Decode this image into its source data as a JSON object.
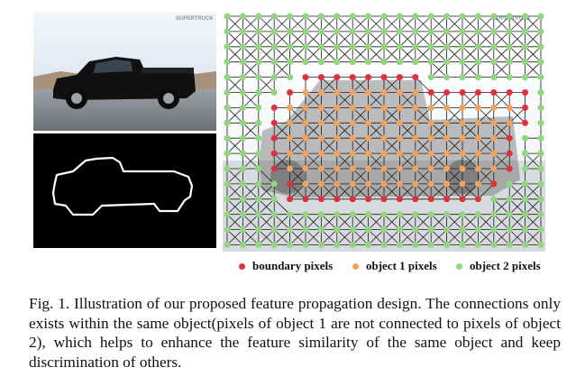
{
  "figure": {
    "photo_watermark": "SUPERTRUCK",
    "grid_watermark": "SUPERTRUCK",
    "legend": [
      {
        "label": "boundary pixels",
        "color": "#e0303a"
      },
      {
        "label": "object 1 pixels",
        "color": "#f2a25a"
      },
      {
        "label": "object 2 pixels",
        "color": "#8fd67e"
      }
    ],
    "colors": {
      "edge": "#1a1a1a",
      "mask_background": "#000000",
      "mask_outline": "#ffffff"
    }
  },
  "caption": {
    "text": "Fig. 1.  Illustration of our proposed feature propagation design. The connections only exists within the same object(pixels of object 1 are not connected to pixels of object 2), which helps to enhance the feature similarity of the same object and keep discrimination of others."
  }
}
